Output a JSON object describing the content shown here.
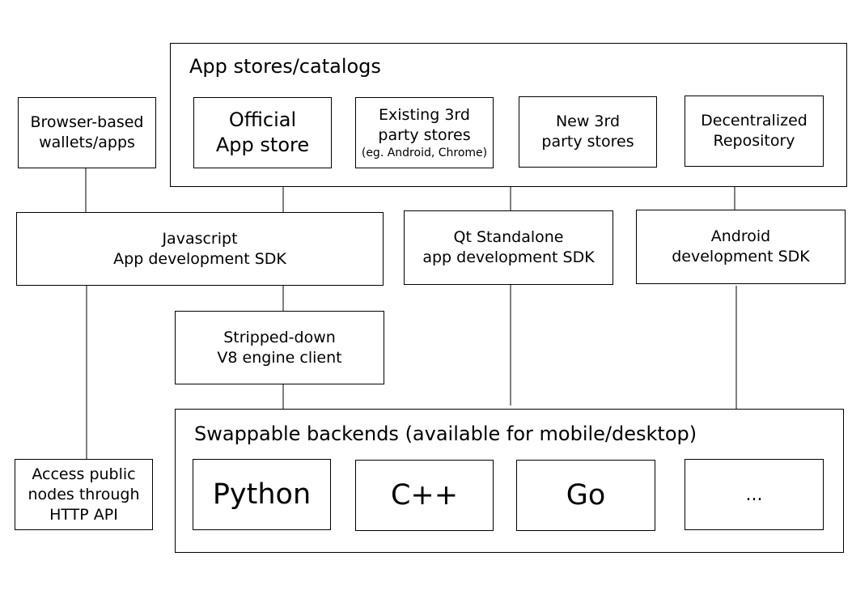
{
  "app_stores": {
    "title": "App stores/catalogs",
    "official": [
      "Official",
      "App store"
    ],
    "existing": [
      "Existing 3rd",
      "party stores",
      "(eg. Android, Chrome)"
    ],
    "new_stores": [
      "New 3rd",
      "party stores"
    ],
    "decentralized": [
      "Decentralized",
      "Repository"
    ]
  },
  "browser_wallets": [
    "Browser-based",
    "wallets/apps"
  ],
  "js_sdk": [
    "Javascript",
    "App development SDK"
  ],
  "qt_sdk": [
    "Qt Standalone",
    "app development SDK"
  ],
  "android_sdk": [
    "Android",
    "development SDK"
  ],
  "v8_client": [
    "Stripped-down",
    "V8 engine client"
  ],
  "public_nodes": [
    "Access public",
    "nodes through",
    "HTTP API"
  ],
  "backends": {
    "title": "Swappable backends (available for mobile/desktop)",
    "items": [
      "Python",
      "C++",
      "Go",
      "..."
    ]
  }
}
